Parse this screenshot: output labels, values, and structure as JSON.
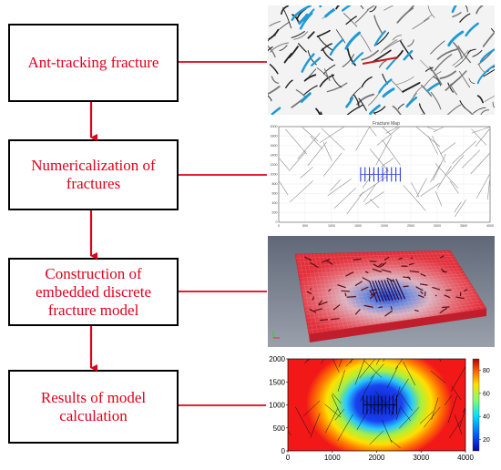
{
  "steps": [
    {
      "label_lines": [
        "Ant-tracking fracture"
      ]
    },
    {
      "label_lines": [
        "Numericalization of",
        "fractures"
      ]
    },
    {
      "label_lines": [
        "Construction of",
        "embedded discrete",
        "fracture model"
      ]
    },
    {
      "label_lines": [
        "Results of model",
        "calculation"
      ]
    }
  ],
  "colors": {
    "step_text": "#e0001b",
    "arrow": "#e0001b",
    "connector": "#e0001b",
    "box_border": "#000000"
  },
  "fracture_map": {
    "title": "Fracture Map",
    "xlim": [
      0,
      4000
    ],
    "ylim": [
      0,
      2000
    ],
    "x_ticks": [
      "0",
      "500",
      "1000",
      "1500",
      "2000",
      "2500",
      "3000",
      "3500",
      "4000"
    ],
    "y_ticks": [
      "0",
      "200",
      "400",
      "600",
      "800",
      "1000",
      "1200",
      "1400",
      "1600",
      "1800",
      "2000"
    ],
    "well_fractures": {
      "count": 10,
      "x_start": 1550,
      "x_end": 2300,
      "y_center": 1000,
      "half_length": 150,
      "color": "#2c3fd8"
    }
  },
  "result_plot": {
    "xlim": [
      0,
      4000
    ],
    "ylim": [
      0,
      2000
    ],
    "x_ticks": [
      "0",
      "1000",
      "2000",
      "3000",
      "4000"
    ],
    "y_ticks": [
      "0",
      "500",
      "1000",
      "1500",
      "2000"
    ],
    "colorbar_ticks": [
      "20",
      "40",
      "60",
      "80"
    ],
    "colorbar_range": [
      10,
      90
    ]
  }
}
